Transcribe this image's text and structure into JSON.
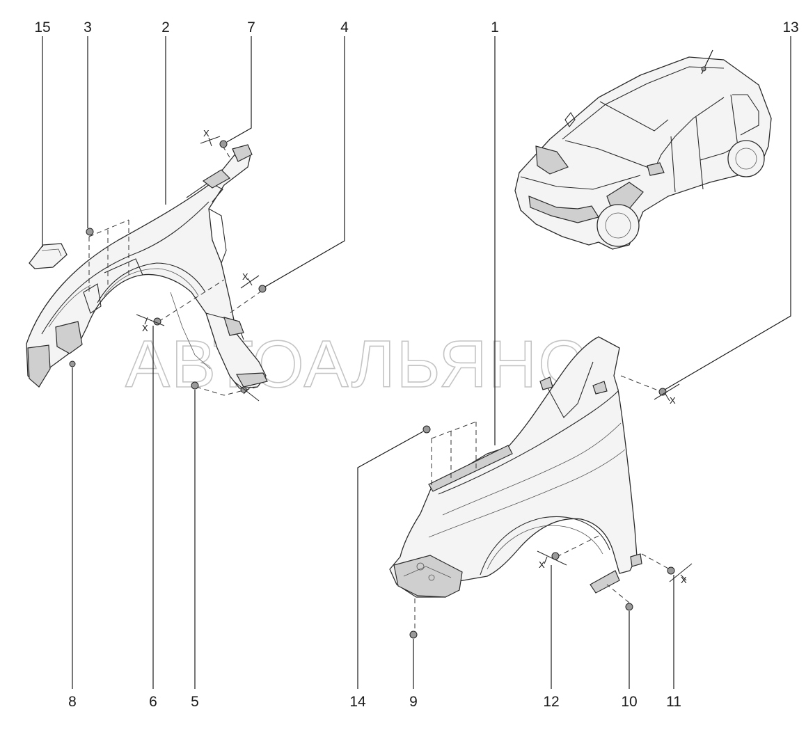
{
  "watermark": "АВТОАЛЬЯНС",
  "dimension_mark": "X",
  "callouts": {
    "c1": "1",
    "c2": "2",
    "c3": "3",
    "c4": "4",
    "c5": "5",
    "c6": "6",
    "c7": "7",
    "c8": "8",
    "c9": "9",
    "c10": "10",
    "c11": "11",
    "c12": "12",
    "c13": "13",
    "c14": "14",
    "c15": "15"
  }
}
